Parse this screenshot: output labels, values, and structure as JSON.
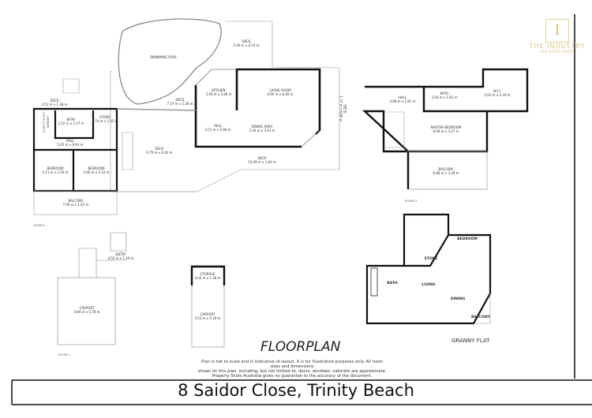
{
  "heading": "FLOORPLAN",
  "address": "8 Saidor Close, Trinity Beach",
  "disclaimer": [
    "Plan is not to scale and is indicative of layout. It is for illustrative purposes only. All room sizes and dimensions",
    "shown on this plan, including, but not limited to, doors, windows, cabinets are approximate.",
    "Property Shots Australia gives no guarantee to the accuracy of the document."
  ],
  "logo": {
    "mark": "I",
    "name": "THE INDUSTRY",
    "sub": "REAL ESTATE AGENTS"
  },
  "floor2": {
    "label": "FLOOR 2",
    "rooms": [
      {
        "name": "SWIMMING POOL",
        "dims": ""
      },
      {
        "name": "DECK",
        "dims": "5.20 m x 4.14 m"
      },
      {
        "name": "KITCHEN",
        "dims": "3.36 m x 3.48 m"
      },
      {
        "name": "LIVING ROOM",
        "dims": "6.90 m x 6.46 m"
      },
      {
        "name": "DECK",
        "dims": "7.37 m x 3.38 m"
      },
      {
        "name": "DECK",
        "dims": "3.51 m x 1.38 m"
      },
      {
        "name": "BATH",
        "dims": "3.22 m x 2.27 m"
      },
      {
        "name": "STAIRS",
        "dims": "1.74 m x 3.35 m"
      },
      {
        "name": "HALL",
        "dims": "3.51 m x 2.98 m"
      },
      {
        "name": "DINING AREA",
        "dims": "3.34 m x 3.63 m"
      },
      {
        "name": "HALL",
        "dims": "5.05 m x 6.93 m"
      },
      {
        "name": "DECK",
        "dims": "6.79 m x 6.92 m"
      },
      {
        "name": "DECK",
        "dims": "13.09 m x 1.82 m"
      },
      {
        "name": "BEDROOM",
        "dims": "3.11 m x 3.32 m"
      },
      {
        "name": "BEDROOM",
        "dims": "3.00 m x 3.32 m"
      },
      {
        "name": "BALCONY",
        "dims": "7.00 m x 1.81 m"
      },
      {
        "name": "DECK",
        "dims": "1.77 m x 6.85 m"
      },
      {
        "name": "LAUNDRY",
        "dims": "1.53 m x 2.42 m"
      }
    ]
  },
  "floor3": {
    "label": "FLOOR 3",
    "rooms": [
      {
        "name": "HALL",
        "dims": "3.68 m x 1.81 m"
      },
      {
        "name": "BATH",
        "dims": "3.50 m x 1.81 m"
      },
      {
        "name": "W.I.C",
        "dims": "5.02 m x 2.30 m"
      },
      {
        "name": "MASTER BEDROOM",
        "dims": "6.09 m x 3.27 m"
      },
      {
        "name": "BALCONY",
        "dims": "6.88 m x 3.29 m"
      }
    ]
  },
  "floor1": {
    "label": "FLOOR 1",
    "rooms": [
      {
        "name": "ENTRY",
        "dims": "4.52 m x 1.40 m"
      },
      {
        "name": "CARPORT",
        "dims": "4.84 m x 5.78 m"
      },
      {
        "name": "STORAGE",
        "dims": "4.02 m x 1.38 m"
      },
      {
        "name": "CARPORT",
        "dims": "4.53 m x 5.18 m"
      }
    ]
  },
  "granny_flat": {
    "label": "GRANNY FLAT",
    "rooms": [
      "BEDROOM",
      "STORE",
      "BATH",
      "LIVING",
      "DINING",
      "BALCONY"
    ]
  }
}
